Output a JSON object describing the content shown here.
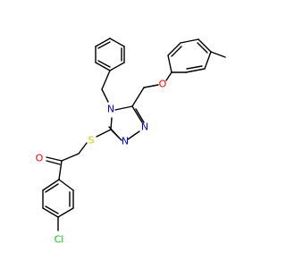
{
  "diagram": {
    "type": "chemical-structure",
    "background": "#ffffff",
    "bond_color": "#000000"
  },
  "atoms": {
    "n_ring": {
      "text": "N",
      "color": "#0000ff"
    },
    "n_low": {
      "text": "N",
      "color": "#0000ff"
    },
    "n_right": {
      "text": "N",
      "color": "#0000ff"
    },
    "o_ether": {
      "text": "O",
      "color": "#ff0000"
    },
    "o_ketone": {
      "text": "O",
      "color": "#ff0000"
    },
    "s_thio": {
      "text": "S",
      "color": "#cccc00"
    },
    "cl": {
      "text": "Cl",
      "color": "#00cc00"
    }
  }
}
